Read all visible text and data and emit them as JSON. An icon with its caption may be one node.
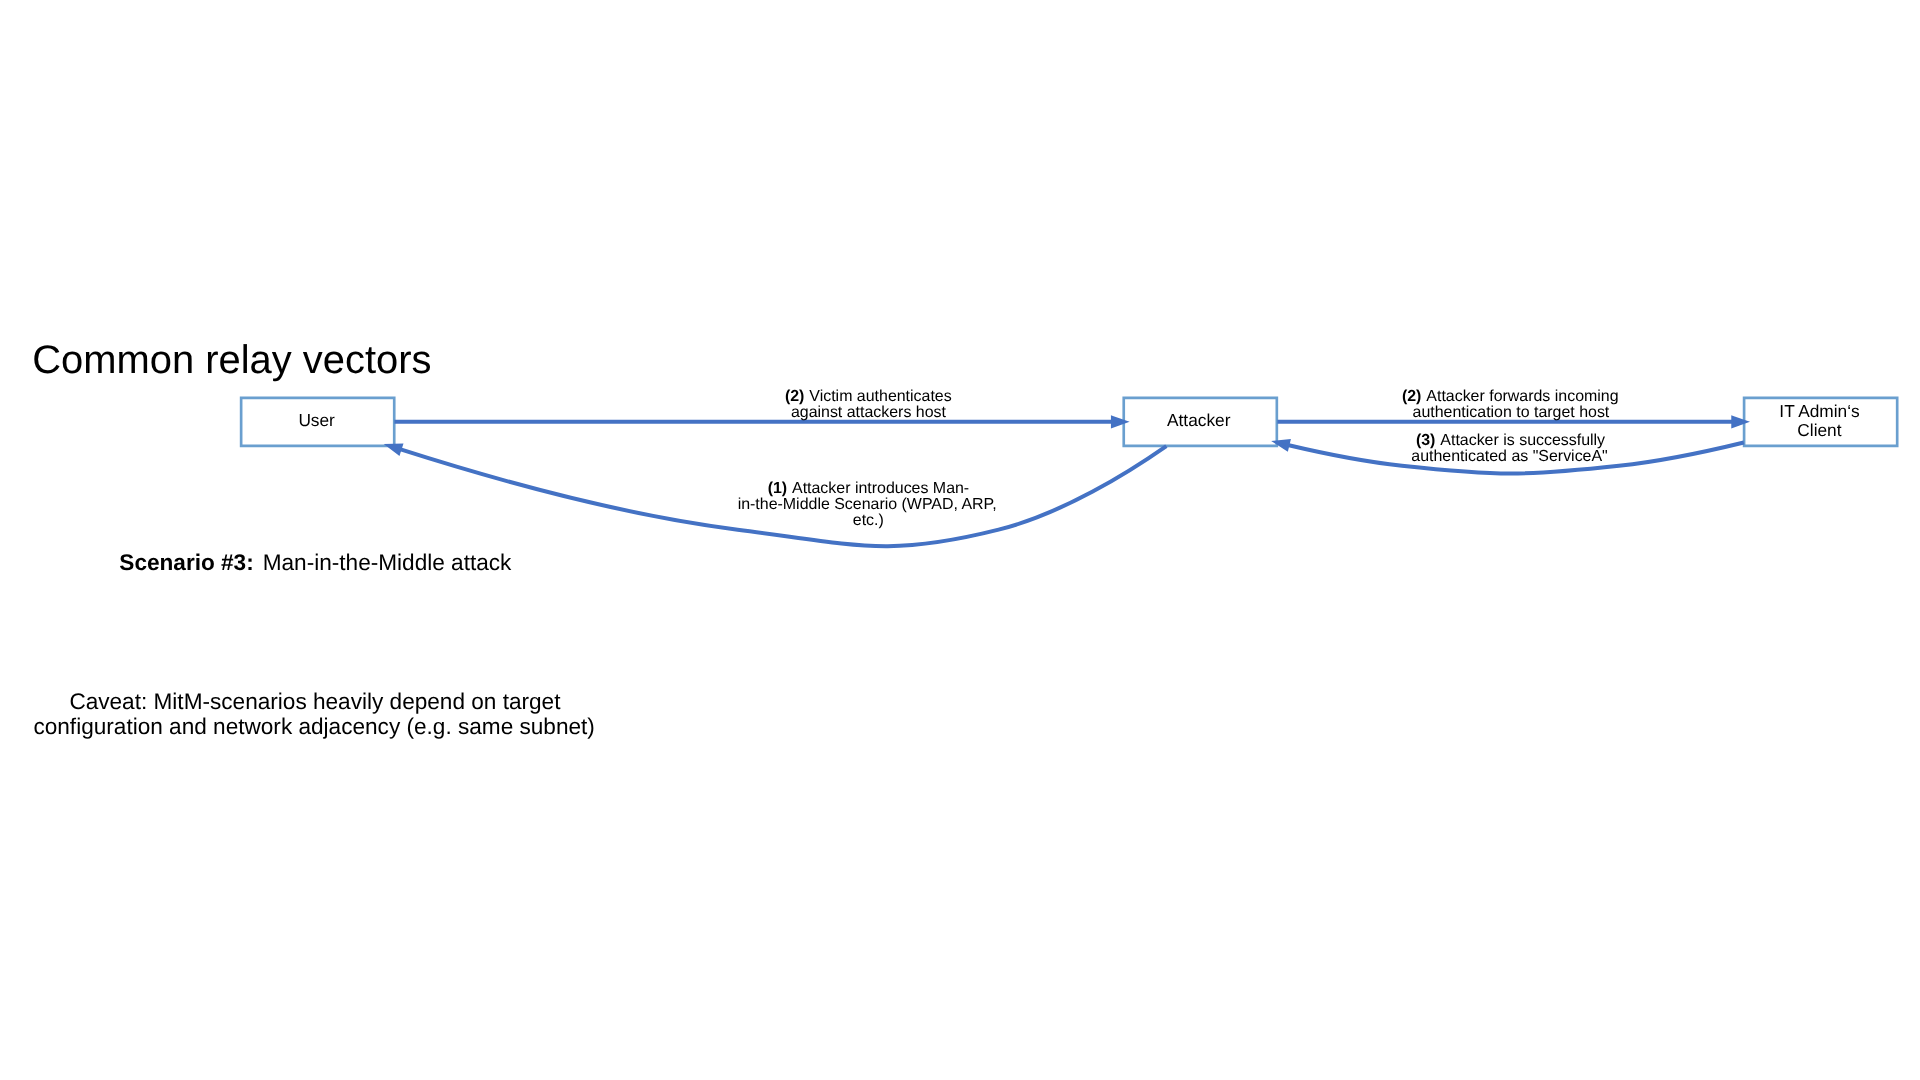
{
  "diagram": {
    "title": "Common relay vectors",
    "nodes": [
      {
        "text": [
          "User"
        ]
      },
      {
        "text": [
          "Attacker"
        ]
      },
      {
        "text": [
          "IT Admin‘s Client"
        ]
      }
    ],
    "edges": [
      {
        "from": 1,
        "to": 0,
        "arrow": "to",
        "label": "**(1)** Attacker introduces Man-in-the-Middle Scenario (WPAD, ARP, etc.)"
      },
      {
        "from": 0,
        "to": 1,
        "arrow": "to",
        "label": "**(2)** Victim authenticates against attackers host"
      },
      {
        "from": 1,
        "to": 2,
        "arrow": "to",
        "label": "**(2)** Attacker forwards incoming authentication to target host"
      },
      {
        "from": 2,
        "to": 1,
        "arrow": "to",
        "label": "**(3)** Attacker is successfully authenticated as \"ServiceA\""
      }
    ],
    "labels": [
      "**Scenario #3:** Man-in-the-Middle attack",
      "Caveat: MitM-scenarios heavily depend on target configuration and network adjacency (e.g. same subnet)"
    ]
  }
}
